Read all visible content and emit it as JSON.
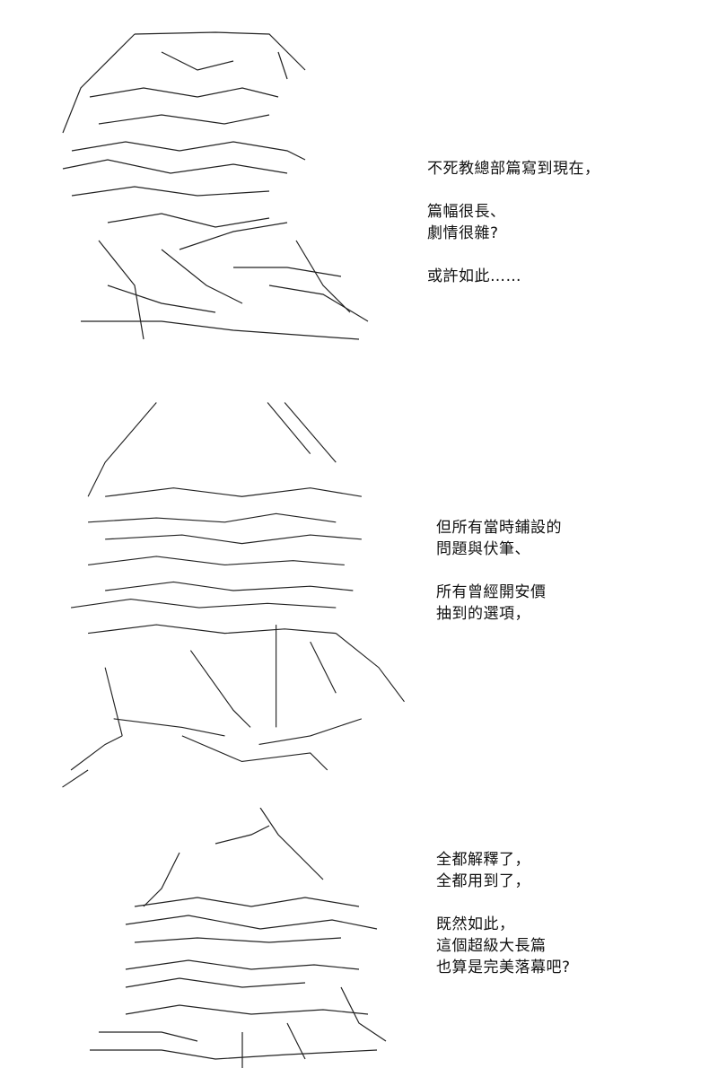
{
  "panels": [
    {
      "caption": {
        "paragraphs": [
          [
            "不死教總部篇寫到現在，"
          ],
          [
            "篇幅很長、",
            "劇情很雜?"
          ],
          [
            "或許如此……"
          ]
        ]
      }
    },
    {
      "caption": {
        "paragraphs": [
          [
            "但所有當時鋪設的",
            "問題與伏筆、"
          ],
          [
            "所有曾經開安價",
            "抽到的選項，"
          ]
        ]
      }
    },
    {
      "caption": {
        "paragraphs": [
          [
            "全都解釋了，",
            "全都用到了，"
          ],
          [
            "既然如此，",
            "這個超級大長篇",
            "也算是完美落幕吧?"
          ]
        ]
      }
    }
  ]
}
